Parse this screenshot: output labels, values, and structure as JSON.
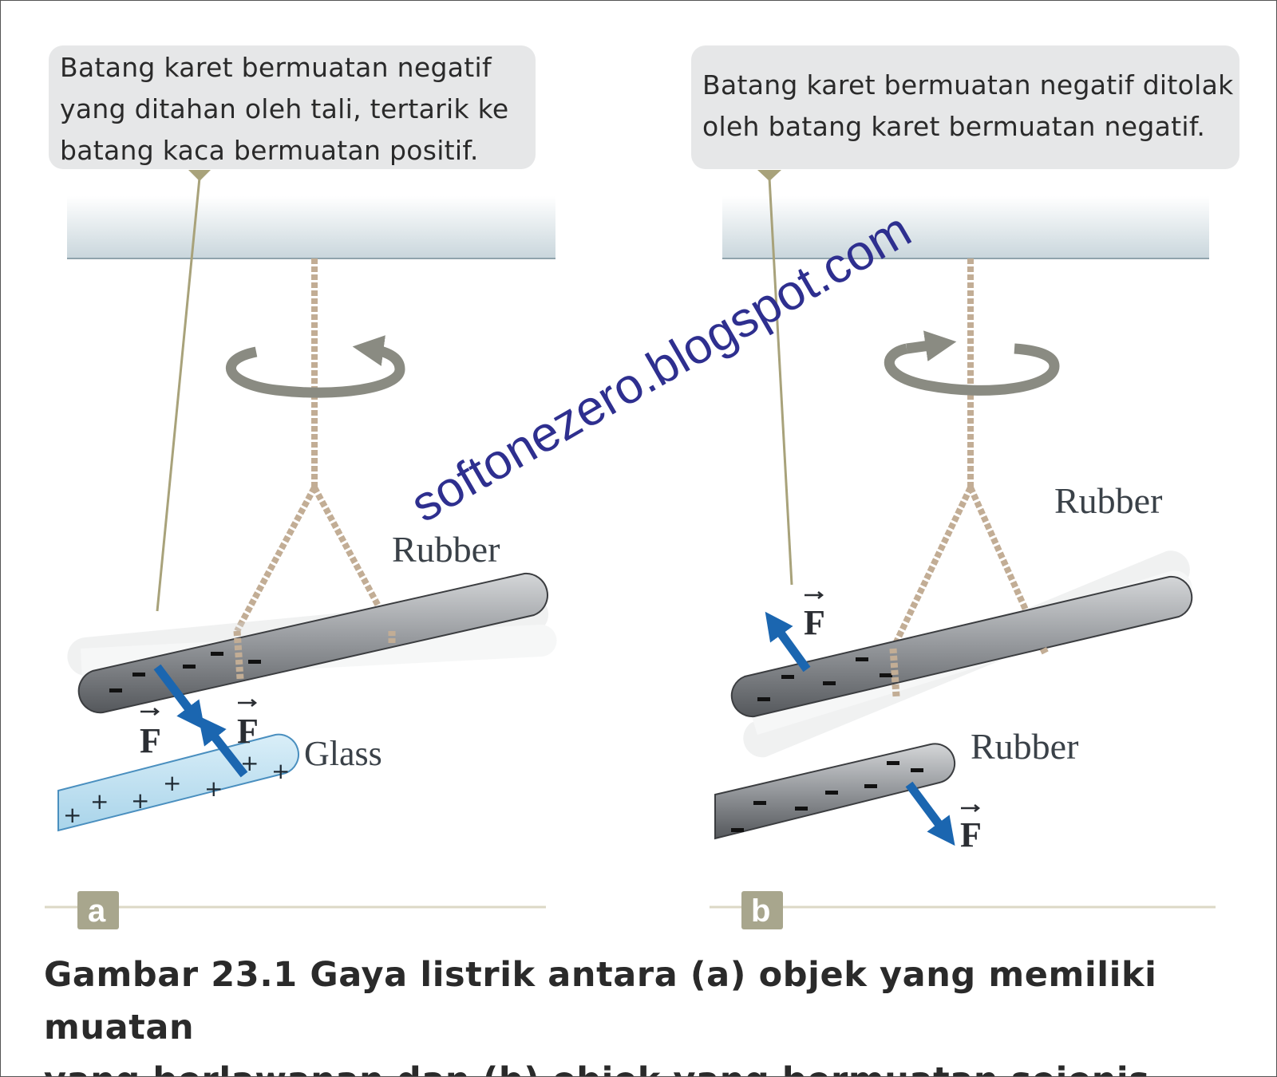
{
  "callouts": {
    "a": "Batang karet bermuatan negatif\nyang ditahan oleh tali, tertarik ke\nbatang kaca bermuatan positif.",
    "b": "Batang karet bermuatan negatif ditolak\noleh batang karet bermuatan negatif."
  },
  "panel_a": {
    "badge": "a",
    "rubber_label": "Rubber",
    "glass_label": "Glass",
    "force_label": "F"
  },
  "panel_b": {
    "badge": "b",
    "rubber_label_top": "Rubber",
    "rubber_label_bottom": "Rubber",
    "force_label": "F"
  },
  "watermark": "softonezero.blogspot.com",
  "caption": "Gambar 23.1 Gaya listrik antara (a) objek yang memiliki muatan\nyang berlawanan dan (b) objek yang bermuatan sejenis.",
  "colors": {
    "force_arrow": "#1b66b0",
    "glass": "#bfe0f0",
    "rubber": "#8c8f93",
    "callout_bg": "#e6e7e8",
    "watermark": "#2e2f8f"
  }
}
